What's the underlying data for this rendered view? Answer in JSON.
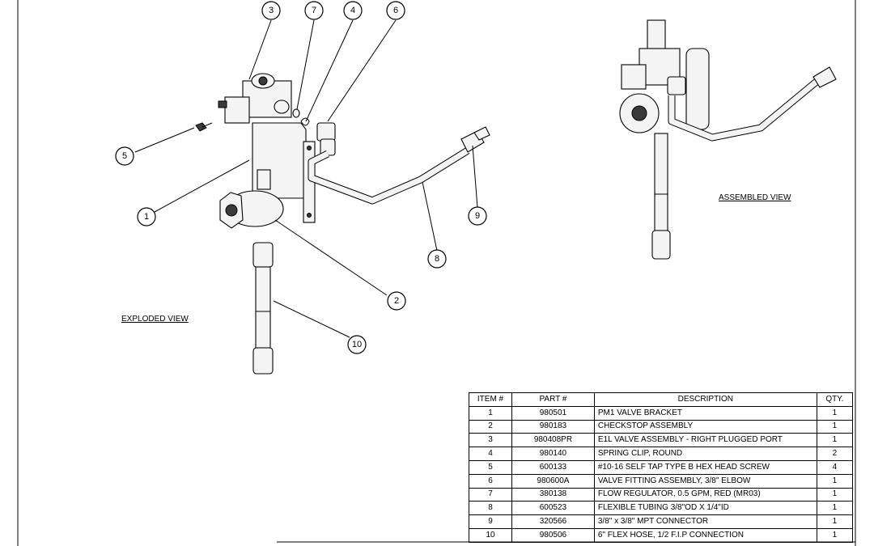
{
  "views": {
    "exploded_label": "EXPLODED VIEW",
    "assembled_label": "ASSEMBLED VIEW"
  },
  "balloons": [
    "1",
    "2",
    "3",
    "4",
    "5",
    "6",
    "7",
    "8",
    "9",
    "10"
  ],
  "bom": {
    "headers": [
      "ITEM #",
      "PART #",
      "DESCRIPTION",
      "QTY."
    ],
    "rows": [
      {
        "item": "1",
        "part": "980501",
        "description": "PM1 VALVE BRACKET",
        "qty": "1"
      },
      {
        "item": "2",
        "part": "980183",
        "description": "CHECKSTOP ASSEMBLY",
        "qty": "1"
      },
      {
        "item": "3",
        "part": "980408PR",
        "description": "E1L VALVE ASSEMBLY - RIGHT PLUGGED PORT",
        "qty": "1"
      },
      {
        "item": "4",
        "part": "980140",
        "description": "SPRING CLIP, ROUND",
        "qty": "2"
      },
      {
        "item": "5",
        "part": "600133",
        "description": "#10-16 SELF TAP TYPE B HEX HEAD SCREW",
        "qty": "4"
      },
      {
        "item": "6",
        "part": "980600A",
        "description": "VALVE FITTING ASSEMBLY, 3/8\" ELBOW",
        "qty": "1"
      },
      {
        "item": "7",
        "part": "380138",
        "description": "FLOW REGULATOR, 0.5 GPM, RED (MR03)",
        "qty": "1"
      },
      {
        "item": "8",
        "part": "600523",
        "description": "FLEXIBLE TUBING 3/8\"OD X 1/4\"ID",
        "qty": "1"
      },
      {
        "item": "9",
        "part": "320566",
        "description": "3/8\" x 3/8\" MPT CONNECTOR",
        "qty": "1"
      },
      {
        "item": "10",
        "part": "980506",
        "description": "6\" FLEX HOSE, 1/2 F.I.P CONNECTION",
        "qty": "1"
      }
    ]
  }
}
